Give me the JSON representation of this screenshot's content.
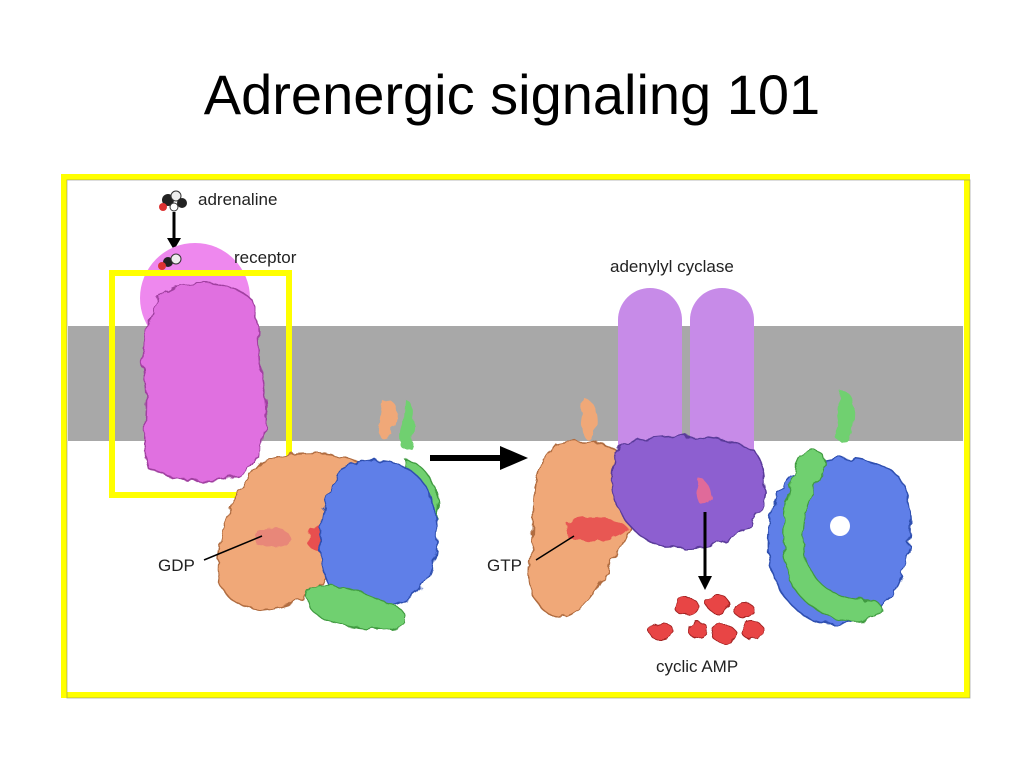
{
  "slide": {
    "title": "Adrenergic signaling 101"
  },
  "diagram": {
    "labels": {
      "adrenaline": "adrenaline",
      "receptor": "receptor",
      "adenylyl_cyclase": "adenylyl cyclase",
      "gdp": "GDP",
      "gtp": "GTP",
      "cyclic_amp": "cyclic AMP"
    }
  },
  "colors": {
    "frame": "#ffff00",
    "membrane": "#a8a8a8",
    "receptor": "#e070e0",
    "receptor_cap": "#ee88ee",
    "cyclase": "#c78be8",
    "cyclase_core": "#8d5fd0",
    "g_alpha": "#f0a878",
    "g_beta": "#5f7fe8",
    "g_gamma": "#70d070",
    "camp": "#e84545",
    "arrow": "#000000"
  }
}
